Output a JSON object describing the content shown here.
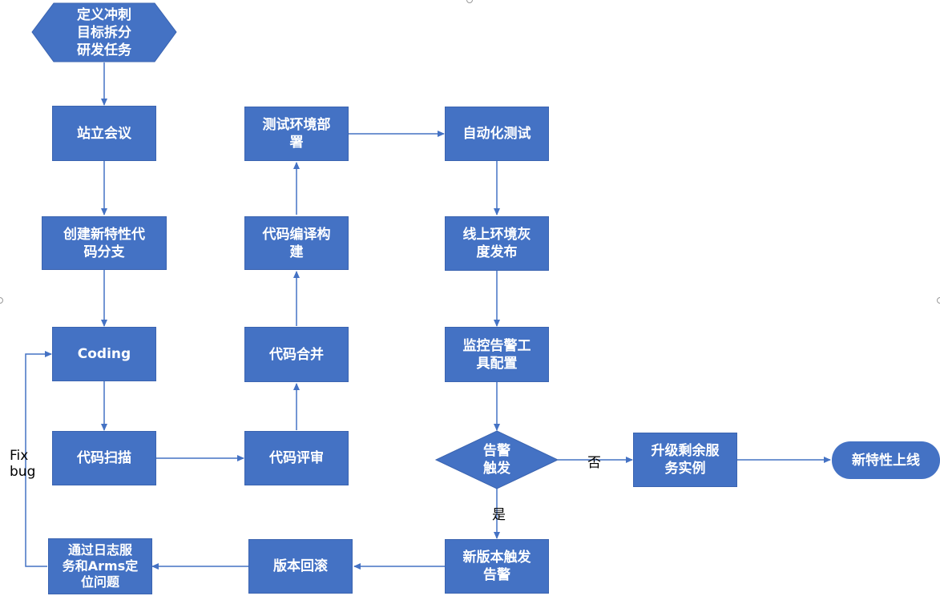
{
  "colors": {
    "node_fill": "#4472C4",
    "edge": "#4472C4",
    "label_text": "#000000",
    "node_text": "#FFFFFF"
  },
  "nodes": {
    "define_goal": "定义冲刺\n目标拆分\n研发任务",
    "standup": "站立会议",
    "create_branch": "创建新特性代\n码分支",
    "coding": "Coding",
    "code_scan": "代码扫描",
    "code_review": "代码评审",
    "code_merge": "代码合并",
    "compile_build": "代码编译构\n建",
    "test_deploy": "测试环境部\n署",
    "auto_test": "自动化测试",
    "canary_release": "线上环境灰\n度发布",
    "monitor_config": "监控告警工\n具配置",
    "alert_triggered": "告警\n触发",
    "upgrade_remaining": "升级剩余服\n务实例",
    "feature_live": "新特性上线",
    "new_version_alert": "新版本触发\n告警",
    "rollback": "版本回滚",
    "locate_issue": "通过日志服\n务和Arms定\n位问题"
  },
  "edge_labels": {
    "no": "否",
    "yes": "是",
    "fix_bug": "Fix\nbug"
  }
}
